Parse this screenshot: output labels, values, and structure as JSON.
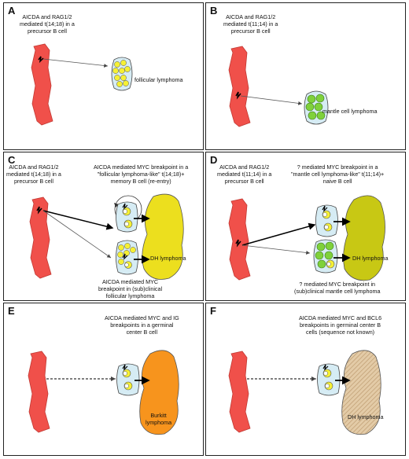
{
  "panels": {
    "A": {
      "letter": "A",
      "caption": [
        "AICDA and RAG1/2",
        "mediated  t(14;18) in a",
        "precursor B cell"
      ],
      "cell_label": "follicular lymphoma"
    },
    "B": {
      "letter": "B",
      "caption": [
        "AICDA and RAG1/2",
        "mediated  t(11;14) in a",
        "precursor B cell"
      ],
      "cell_label": "mantle cell lymphoma"
    },
    "C": {
      "letter": "C",
      "caption_left": [
        "AICDA and RAG1/2",
        "mediated  t(14;18) in a",
        "precursor B cell"
      ],
      "caption_top": [
        "AICDA mediated MYC breakpoint in a",
        "\"follicular lymphoma-like\" t(14;18)+",
        "memory B cell (re-entry)"
      ],
      "caption_bottom": [
        "AICDA mediated MYC",
        "breakpoint in  (sub)clinical",
        "follicular lymphoma"
      ],
      "lymphoma_label": "DH lymphoma"
    },
    "D": {
      "letter": "D",
      "caption_left": [
        "AICDA and RAG1/2",
        "mediated  t(11;14) in a",
        "precursor B cell"
      ],
      "caption_top": [
        "? mediated MYC breakpoint in a",
        "\"mantle cell lymphoma-like\" t(11;14)+",
        "naive B cell"
      ],
      "caption_bottom": [
        "? mediated MYC breakpoint in",
        "(sub)clinical mantle cell lymphoma"
      ],
      "lymphoma_label": "DH lymphoma"
    },
    "E": {
      "letter": "E",
      "caption": [
        "AICDA mediated MYC and IG",
        "breakpoints in a germinal",
        "center B cell"
      ],
      "lymphoma_label": [
        "Burkitt",
        "lymphoma"
      ]
    },
    "F": {
      "letter": "F",
      "caption": [
        "AICDA mediated MYC and BCL6",
        "breakpoints in germinal center B",
        "cells (sequence not known)"
      ],
      "lymphoma_label": "DH lymphoma"
    }
  },
  "colors": {
    "chromosome": "#f0504a",
    "cell_fill": "#d6ecf4",
    "fl_yellow": "#f5f035",
    "mcl_green": "#7fd13b",
    "dh_yellow": "#ecdf1e",
    "dh_olive": "#c8c814",
    "burkitt_orange": "#f7941d",
    "tan": "#e3cba7"
  }
}
